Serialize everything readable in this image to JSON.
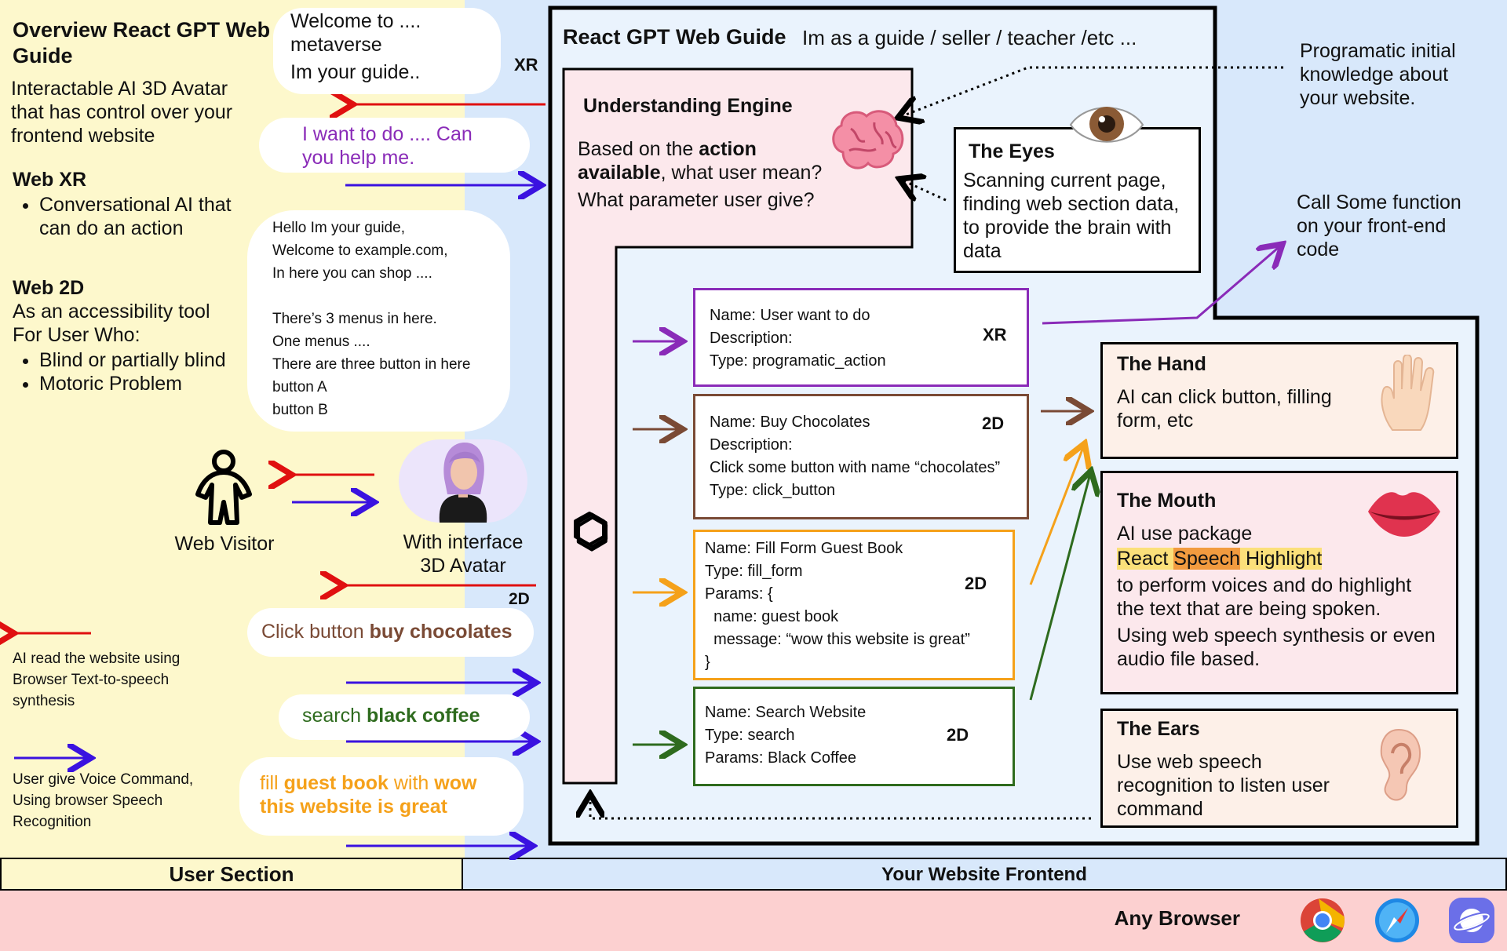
{
  "user_section": {
    "title": "Overview React GPT Web Guide",
    "intro": "Interactable AI 3D Avatar that has control over your frontend website",
    "web_xr": {
      "heading": "Web XR",
      "items": [
        "Conversational AI that can do an action"
      ]
    },
    "web_2d": {
      "heading": "Web 2D",
      "line1": "As an accessibility tool",
      "line2": "For User Who:",
      "items": [
        "Blind or partially blind",
        "Motoric Problem"
      ]
    },
    "visitor_label": "Web Visitor",
    "avatar_label": "With interface 3D Avatar",
    "xr_tag": "XR",
    "tag_2d": "2D",
    "bubbles": {
      "welcome_1": "Welcome to ....",
      "welcome_2": "metaverse",
      "welcome_3": "Im your guide..",
      "want_todo": "I want to do .... Can you help me.",
      "guide_lines": [
        "Hello Im your guide,",
        "Welcome to example.com,",
        "In here you can shop ....",
        "",
        "There’s 3 menus in here.",
        "One menus ....",
        "There are three button in here",
        "button A",
        "button B"
      ],
      "click_pre": "Click button ",
      "click_bold": "buy chocolates",
      "search_pre": "search ",
      "search_bold": "black coffee",
      "fill_1": "fill ",
      "fill_2": "guest book",
      "fill_3": " with ",
      "fill_4": "wow",
      "fill_5": "this website is great"
    },
    "legend_red": "AI read the website using Browser Text-to-speech synthesis",
    "legend_blue": "User give Voice Command, Using browser Speech Recognition",
    "footer_label": "User Section"
  },
  "frontend": {
    "title": "React GPT Web Guide",
    "subtitle": "Im as a guide / seller / teacher /etc ...",
    "engine": {
      "title": "Understanding Engine",
      "line1_pre": "Based on the ",
      "line1_bold": "action",
      "line2_bold": "available",
      "line2_post": ", what user mean?",
      "line3": "What parameter user give?"
    },
    "eyes": {
      "title": "The Eyes",
      "text": "Scanning current page, finding web section data, to provide the brain with data"
    },
    "programatic_note": "Programatic initial knowledge about your website.",
    "call_note": "Call Some function on your front-end code",
    "actions": [
      {
        "lines": [
          "Name: User want to do",
          "Description:",
          "Type: programatic_action"
        ],
        "tag": "XR"
      },
      {
        "lines": [
          "Name: Buy Chocolates",
          "Description:",
          "Click some button with name “chocolates”",
          "Type: click_button"
        ],
        "tag": "2D"
      },
      {
        "lines": [
          "Name: Fill Form Guest Book",
          "Type: fill_form",
          "Params: {",
          "  name: guest book",
          "  message: “wow this website is great”",
          "}"
        ],
        "tag": "2D"
      },
      {
        "lines": [
          "Name: Search Website",
          "Type: search",
          "Params: Black Coffee"
        ],
        "tag": "2D"
      }
    ],
    "hand": {
      "title": "The Hand",
      "text": "AI can click button, filling form, etc"
    },
    "mouth": {
      "title": "The Mouth",
      "line1": "AI use package",
      "hl_1": "React ",
      "hl_2": "Speech",
      "hl_3": " Highlight",
      "line2": "to perform voices and do highlight the text that are being spoken.",
      "line3": "Using web speech synthesis or even audio file based."
    },
    "ears": {
      "title": "The Ears",
      "text": "Use web speech recognition to listen user command"
    },
    "footer_label": "Your Website Frontend"
  },
  "browser": {
    "label": "Any Browser",
    "icons": [
      "chrome-icon",
      "safari-icon",
      "samsung-internet-icon"
    ]
  },
  "colors": {
    "red_arrow": "#e01010",
    "blue_arrow": "#3a12e0",
    "purple": "#8a2bb8",
    "brown": "#7a4a35",
    "orange": "#f5a11a",
    "green": "#2e6b1e",
    "highlight_orange": "#f29b3f",
    "highlight_yellow": "#fbe07a"
  }
}
